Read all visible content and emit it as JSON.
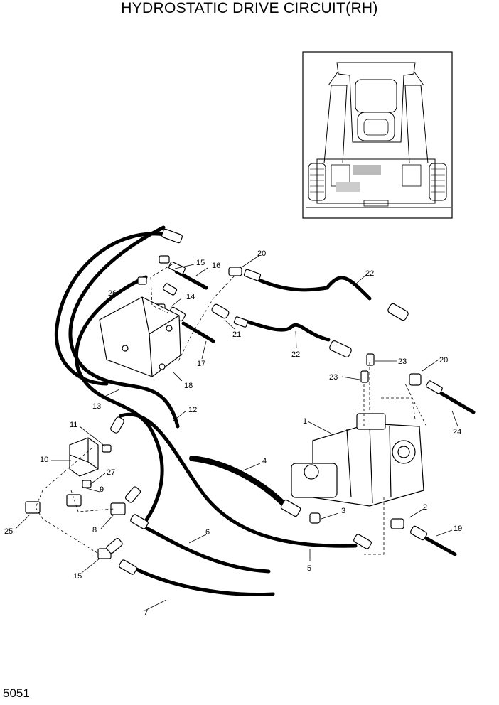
{
  "title": "HYDROSTATIC DRIVE CIRCUIT(RH)",
  "page_number": "5051",
  "callouts": [
    {
      "id": "c1",
      "text": "1"
    },
    {
      "id": "c2",
      "text": "2"
    },
    {
      "id": "c3",
      "text": "3"
    },
    {
      "id": "c4",
      "text": "4"
    },
    {
      "id": "c5",
      "text": "5"
    },
    {
      "id": "c6",
      "text": "6"
    },
    {
      "id": "c7",
      "text": "7"
    },
    {
      "id": "c8",
      "text": "8"
    },
    {
      "id": "c9",
      "text": "9"
    },
    {
      "id": "c10",
      "text": "10"
    },
    {
      "id": "c11",
      "text": "11"
    },
    {
      "id": "c12",
      "text": "12"
    },
    {
      "id": "c13",
      "text": "13"
    },
    {
      "id": "c14",
      "text": "14"
    },
    {
      "id": "c15a",
      "text": "15"
    },
    {
      "id": "c15b",
      "text": "15"
    },
    {
      "id": "c16",
      "text": "16"
    },
    {
      "id": "c17",
      "text": "17"
    },
    {
      "id": "c18",
      "text": "18"
    },
    {
      "id": "c19",
      "text": "19"
    },
    {
      "id": "c20a",
      "text": "20"
    },
    {
      "id": "c20b",
      "text": "20"
    },
    {
      "id": "c21",
      "text": "21"
    },
    {
      "id": "c22a",
      "text": "22"
    },
    {
      "id": "c22b",
      "text": "22"
    },
    {
      "id": "c23a",
      "text": "23"
    },
    {
      "id": "c23b",
      "text": "23"
    },
    {
      "id": "c24",
      "text": "24"
    },
    {
      "id": "c25",
      "text": "25"
    },
    {
      "id": "c26",
      "text": "26"
    },
    {
      "id": "c27",
      "text": "27"
    }
  ]
}
